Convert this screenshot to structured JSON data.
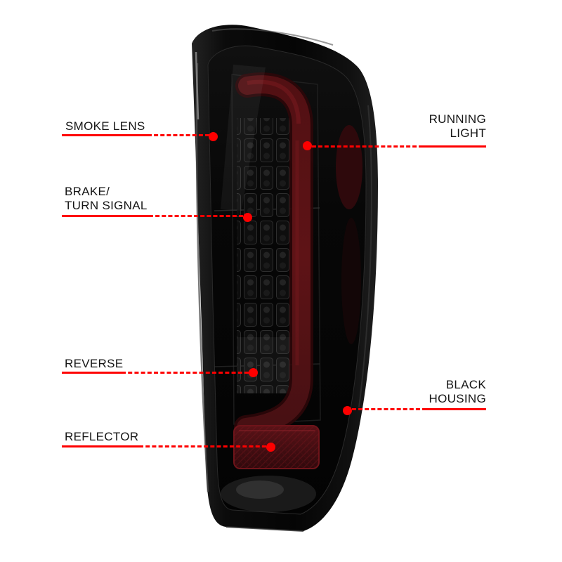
{
  "colors": {
    "accent": "#fe0000",
    "text": "#151515",
    "background": "#ffffff",
    "housing": "#0a0a0a",
    "light_bar": "#5e1316",
    "reflector": "#440e12"
  },
  "diagram": {
    "subject": "smoked LED tail light with labeled parts",
    "callouts": [
      {
        "id": "smoke-lens",
        "side": "left",
        "lines": [
          "SMOKE LENS"
        ]
      },
      {
        "id": "brake-turn-signal",
        "side": "left",
        "lines": [
          "BRAKE/",
          "TURN SIGNAL"
        ]
      },
      {
        "id": "reverse",
        "side": "left",
        "lines": [
          "REVERSE"
        ]
      },
      {
        "id": "reflector",
        "side": "left",
        "lines": [
          "REFLECTOR"
        ]
      },
      {
        "id": "running-light",
        "side": "right",
        "lines": [
          "RUNNING",
          "LIGHT"
        ]
      },
      {
        "id": "black-housing",
        "side": "right",
        "lines": [
          "BLACK",
          "HOUSING"
        ]
      }
    ]
  }
}
